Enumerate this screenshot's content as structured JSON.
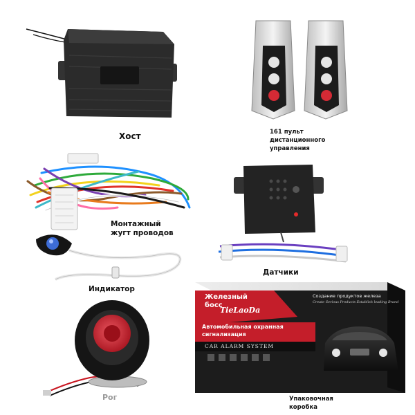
{
  "captions": {
    "host": "Хост",
    "remote_line1": "161 пульт",
    "remote_line2": "дистанционного",
    "remote_line3": "управления",
    "harness_line1": "Монтажный",
    "harness_line2": "жугт проводов",
    "indicator": "Индикатор",
    "sensors": "Датчики",
    "horn": "Рог",
    "box_line1": "Упаковочная",
    "box_line2": "коробка"
  },
  "box": {
    "brand_line1": "Железный",
    "brand_line2": "босс",
    "brand_logo": "TieLaoDa",
    "slogan_ru": "Создание продуктов железа",
    "slogan_en": "Create Serious Products   Establish leading Brand",
    "product_line1": "Автомобильная охранная",
    "product_line2": "сигнализация",
    "product_en": "CAR ALARM SYSTEM"
  },
  "colors": {
    "box_red": "#c41e2a",
    "box_dark": "#1c1c1c",
    "device_black": "#2a2a2a",
    "horn_red": "#d42a35"
  }
}
